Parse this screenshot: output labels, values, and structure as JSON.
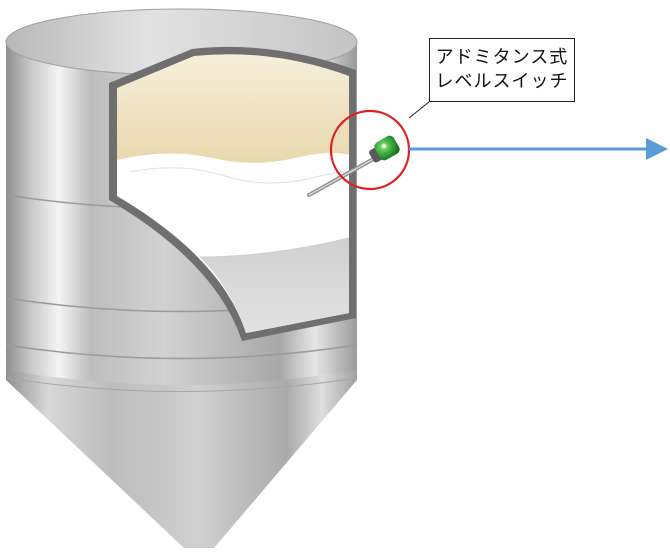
{
  "callout": {
    "line1": "アドミタンス式",
    "line2": "レベルスイッチ"
  },
  "colors": {
    "silo_metal": "#c9c9c9",
    "material_tan": "#dcc896",
    "material_white": "#ffffff",
    "highlight_circle": "#e02020",
    "arrow": "#5b9bd5",
    "sensor_green": "#3cb043"
  },
  "icons": {
    "silo": "silo-tank",
    "sensor": "admittance-level-switch-probe",
    "arrow": "right-arrow"
  }
}
